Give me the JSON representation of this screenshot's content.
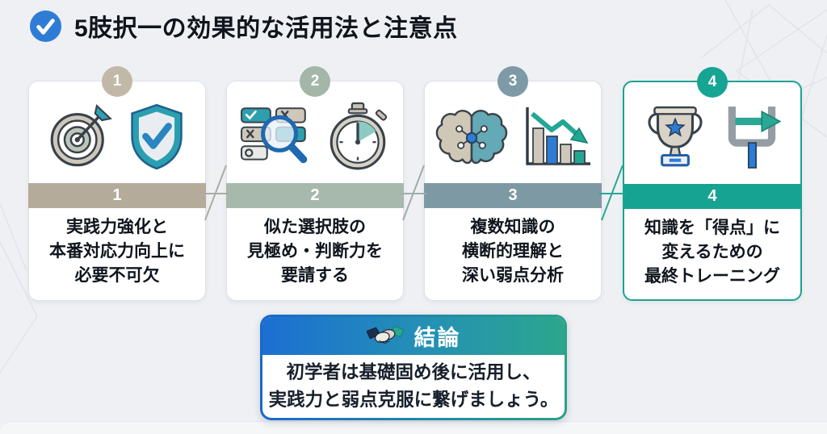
{
  "title": {
    "text": "5肢択一の効果的な活用法と注意点",
    "icon": "check-circle-icon"
  },
  "steps": [
    {
      "number": "1",
      "color": "#b5ab9a",
      "icons": [
        "target-arrow-icon",
        "shield-check-icon"
      ],
      "lines": [
        "実践力強化と",
        "本番対応力向上に",
        "必要不可欠"
      ]
    },
    {
      "number": "2",
      "color": "#a7b9ac",
      "icons": [
        "choices-magnifier-icon",
        "stopwatch-icon"
      ],
      "lines": [
        "似た選択肢の",
        "見極め・判断力を",
        "要請する"
      ]
    },
    {
      "number": "3",
      "color": "#7d99a4",
      "icons": [
        "brain-icon",
        "declining-chart-icon"
      ],
      "lines": [
        "複数知識の",
        "横断的理解と",
        "深い弱点分析"
      ]
    },
    {
      "number": "4",
      "color": "#16a392",
      "icons": [
        "trophy-icon",
        "goal-arrow-icon"
      ],
      "lines": [
        "知識を「得点」に",
        "変えるための",
        "最終トレーニング"
      ]
    }
  ],
  "conclusion": {
    "icon": "handshake-icon",
    "header": "結論",
    "lines": [
      "初学者は基礎固め後に活用し、",
      "実践力と弱点克服に繋げましょう。"
    ]
  },
  "colors": {
    "background": "#eef0f3",
    "title_icon_blue": "#2e7cd6",
    "accent_teal": "#16a392",
    "accent_blue": "#1c6fd2",
    "conclusion_gradient": [
      "#1c6fd2",
      "#2ba68c"
    ]
  }
}
